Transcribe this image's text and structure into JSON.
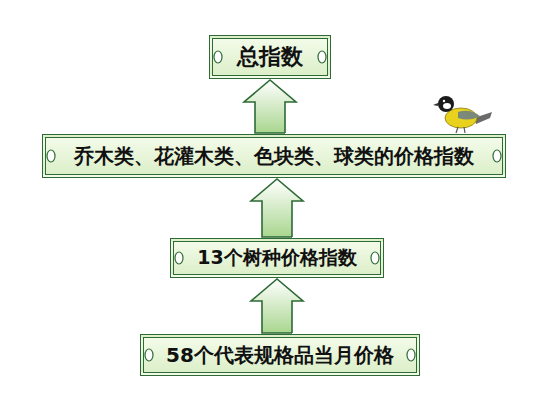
{
  "diagram": {
    "nodes": [
      {
        "text": [
          "总指数"
        ]
      },
      {
        "text": [
          "乔木类、花灌木类、色块类、球类的价格指数"
        ]
      },
      {
        "text": [
          "13个树种价格指数"
        ]
      },
      {
        "text": [
          "58个代表规格品当月价格"
        ]
      }
    ],
    "edges": [
      {
        "from": 3,
        "to": 2,
        "arrow": "to"
      },
      {
        "from": 2,
        "to": 1,
        "arrow": "to"
      },
      {
        "from": 1,
        "to": 0,
        "arrow": "to"
      }
    ]
  }
}
